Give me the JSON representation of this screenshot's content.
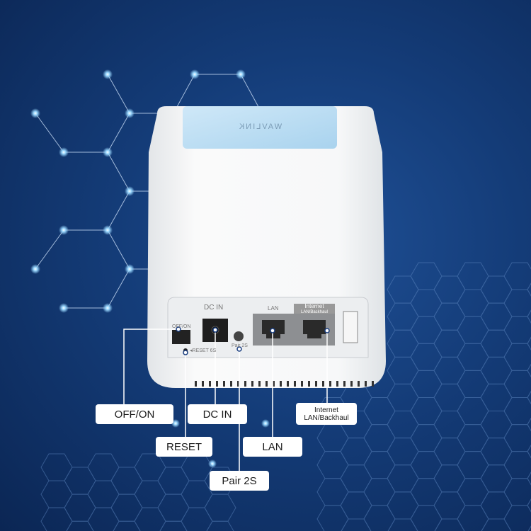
{
  "brand_logo": "WAVLINK",
  "panel": {
    "dc_in": "DC IN",
    "off_on": "OFF/ON",
    "reset_6s": "◂RESET 6S",
    "pair_2s": "Pair 2S",
    "lan": "LAN",
    "internet": "Internet",
    "lan_backhaul": "LAN/Backhaul"
  },
  "callouts": {
    "off_on": "OFF/ON",
    "dc_in": "DC IN",
    "internet": "Internet",
    "lan_backhaul": "LAN/Backhaul",
    "reset": "RESET",
    "lan": "LAN",
    "pair_2s": "Pair 2S"
  },
  "colors": {
    "background": "#143c78",
    "cap": "#bfe0f5",
    "body": "#f4f5f6",
    "glow": "#8fd0ff"
  }
}
